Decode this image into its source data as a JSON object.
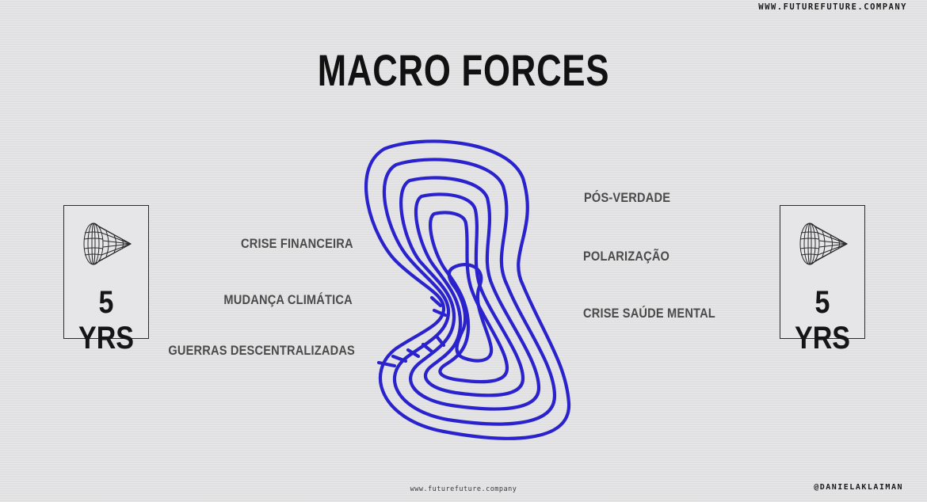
{
  "header": {
    "site_url": "WWW.FUTUREFUTURE.COMPANY",
    "title": "MACRO FORCES"
  },
  "forces_left": [
    "CRISE FINANCEIRA",
    "MUDANÇA CLIMÁTICA",
    "GUERRAS DESCENTRALIZADAS"
  ],
  "forces_right": [
    "PÓS-VERDADE",
    "POLARIZAÇÃO",
    "CRISE SAÚDE MENTAL"
  ],
  "cards": {
    "left_label": "5 YRS",
    "right_label": "5 YRS",
    "icon": "cone-funnel-icon"
  },
  "footer": {
    "site_url": "www.futurefuture.company",
    "handle": "@DANIELAKLAIMAN"
  },
  "colors": {
    "vortex": "#2a22cc",
    "text": "#111111",
    "labels": "#4a4a4a",
    "background": "#e4e4e6"
  }
}
